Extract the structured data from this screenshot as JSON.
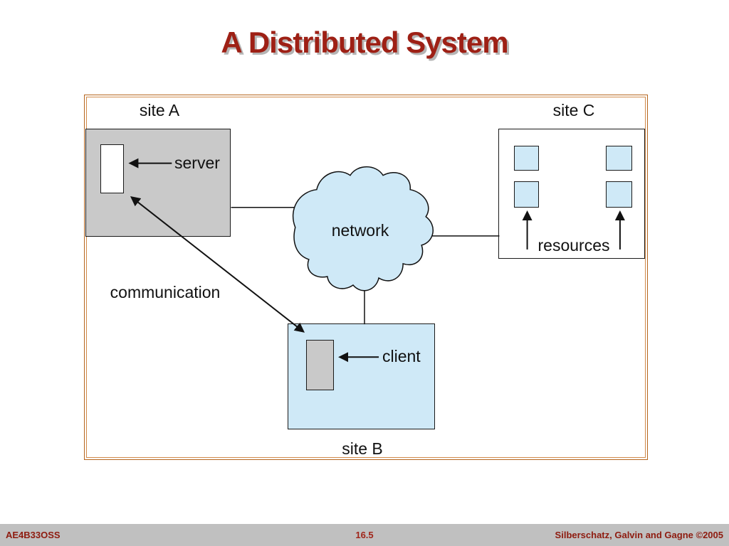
{
  "title": "A Distributed System",
  "diagram": {
    "site_a_label": "site A",
    "site_b_label": "site B",
    "site_c_label": "site C",
    "server_label": "server",
    "client_label": "client",
    "resources_label": "resources",
    "network_label": "network",
    "communication_label": "communication"
  },
  "footer": {
    "course": "AE4B33OSS",
    "page": "16.5",
    "credit": "Silberschatz, Galvin and Gagne ©2005"
  },
  "colors": {
    "title_text": "#9e2015",
    "frame_border": "#b5651d",
    "box_gray": "#c9c9c9",
    "box_blue": "#cfe9f7",
    "footer_bg": "#c0c0c0",
    "footer_text": "#8e1b0f"
  }
}
